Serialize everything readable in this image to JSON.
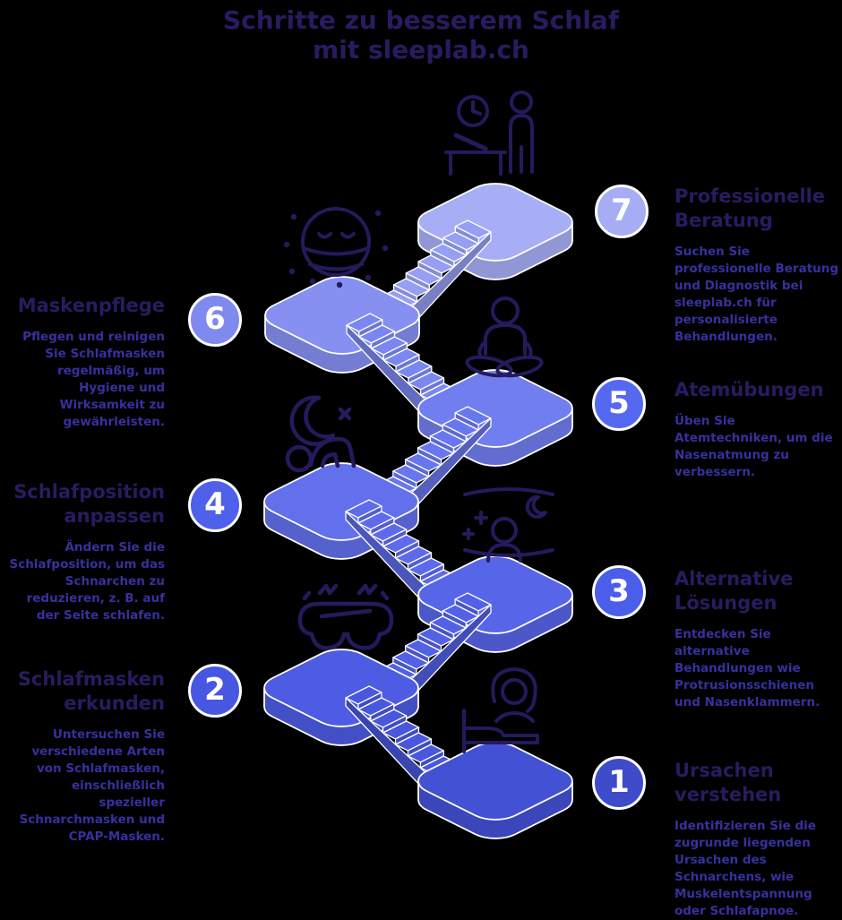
{
  "page_title": {
    "line1": "Schritte zu besserem Schlaf",
    "line2": "mit sleeplab.ch"
  },
  "steps": [
    {
      "number": "7",
      "side": "right",
      "title": "Professionelle Beratung",
      "description": "Suchen Sie professionelle Beratung und Diagnostik bei sleeplab.ch für personalisierte Behandlungen.",
      "circle_color": "#a6adf4",
      "icon": "consultation-icon"
    },
    {
      "number": "6",
      "side": "left",
      "title": "Maskenpflege",
      "description": "Pflegen und reinigen Sie Schlafmasken regelmäßig, um Hygiene und Wirksamkeit zu gewährleisten.",
      "circle_color": "#7f8aef",
      "icon": "masked-face-icon"
    },
    {
      "number": "5",
      "side": "right",
      "title": "Atemübungen",
      "description": "Üben Sie Atemtechniken, um die Nasenatmung zu verbessern.",
      "circle_color": "#5468f0",
      "icon": "meditation-icon"
    },
    {
      "number": "4",
      "side": "left",
      "title": "Schlafposition anpassen",
      "description": "Ändern Sie die Schlafposition, um das Schnarchen zu reduzieren, z. B. auf der Seite schlafen.",
      "circle_color": "#4f60ea",
      "icon": "side-sleeping-icon"
    },
    {
      "number": "3",
      "side": "right",
      "title": "Alternative Lösungen",
      "description": "Entdecken Sie alternative Behandlungen wie Protrusionsschienen und Nasenklammern.",
      "circle_color": "#4a5ee9",
      "icon": "night-sky-icon"
    },
    {
      "number": "2",
      "side": "left",
      "title": "Schlafmasken erkunden",
      "description": "Untersuchen Sie verschiedene Arten von Schlafmasken, einschließlich spezieller Schnarchmasken und CPAP-Masken.",
      "circle_color": "#4757e2",
      "icon": "sleep-mask-icon"
    },
    {
      "number": "1",
      "side": "right",
      "title": "Ursachen verstehen",
      "description": "Identifizieren Sie die zugrunde liegenden Ursachen des Schnarchens, wie Muskelentspannung oder Schlafapnoe.",
      "circle_color": "#3e4cca",
      "icon": "person-in-bed-icon"
    }
  ],
  "platform_colors": [
    "#a7aef5",
    "#8590f1",
    "#707eef",
    "#6270ec",
    "#5765e8",
    "#4d5ce3",
    "#4351d5"
  ],
  "colors": {
    "background": "#000000",
    "heading_text": "#2a1b60",
    "body_text": "#38309e",
    "icon_stroke": "#241a5c",
    "outline": "#ffffff",
    "number_text": "#ffffff"
  }
}
